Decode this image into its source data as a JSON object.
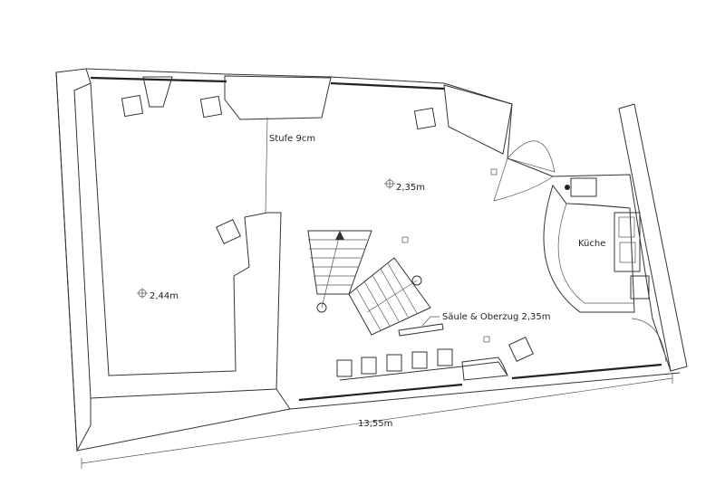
{
  "plan": {
    "labels": {
      "step": "Stufe 9cm",
      "height_main": "2,35m",
      "height_left": "2,44m",
      "kitchen": "Küche",
      "column": "Säule & Oberzug 2,35m",
      "dimension": "13,55m"
    }
  }
}
